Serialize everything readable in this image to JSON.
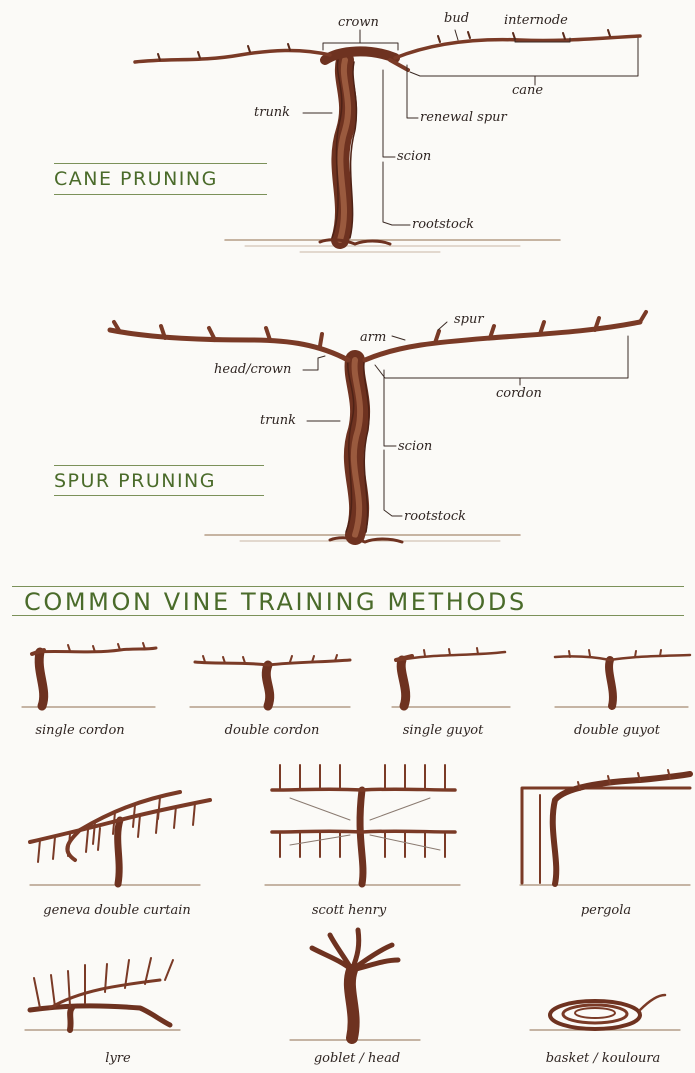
{
  "cane_section": {
    "heading": "CANE PRUNING",
    "labels": {
      "crown": "crown",
      "bud": "bud",
      "internode": "internode",
      "cane": "cane",
      "trunk": "trunk",
      "renewal_spur": "renewal spur",
      "scion": "scion",
      "rootstock": "rootstock"
    }
  },
  "spur_section": {
    "heading": "SPUR PRUNING",
    "labels": {
      "spur": "spur",
      "arm": "arm",
      "head_crown": "head/crown",
      "cordon": "cordon",
      "trunk": "trunk",
      "scion": "scion",
      "rootstock": "rootstock"
    }
  },
  "methods_section": {
    "heading": "COMMON VINE TRAINING METHODS",
    "methods": [
      "single cordon",
      "double cordon",
      "single guyot",
      "double guyot",
      "geneva double curtain",
      "scott henry",
      "pergola",
      "lyre",
      "goblet / head",
      "basket / kouloura"
    ]
  },
  "colors": {
    "vine": "#7a3a26",
    "vine_dark": "#4e2216",
    "heading_green": "#4a6b2a",
    "rule_green": "#7b9159",
    "ground": "#a58a72"
  }
}
